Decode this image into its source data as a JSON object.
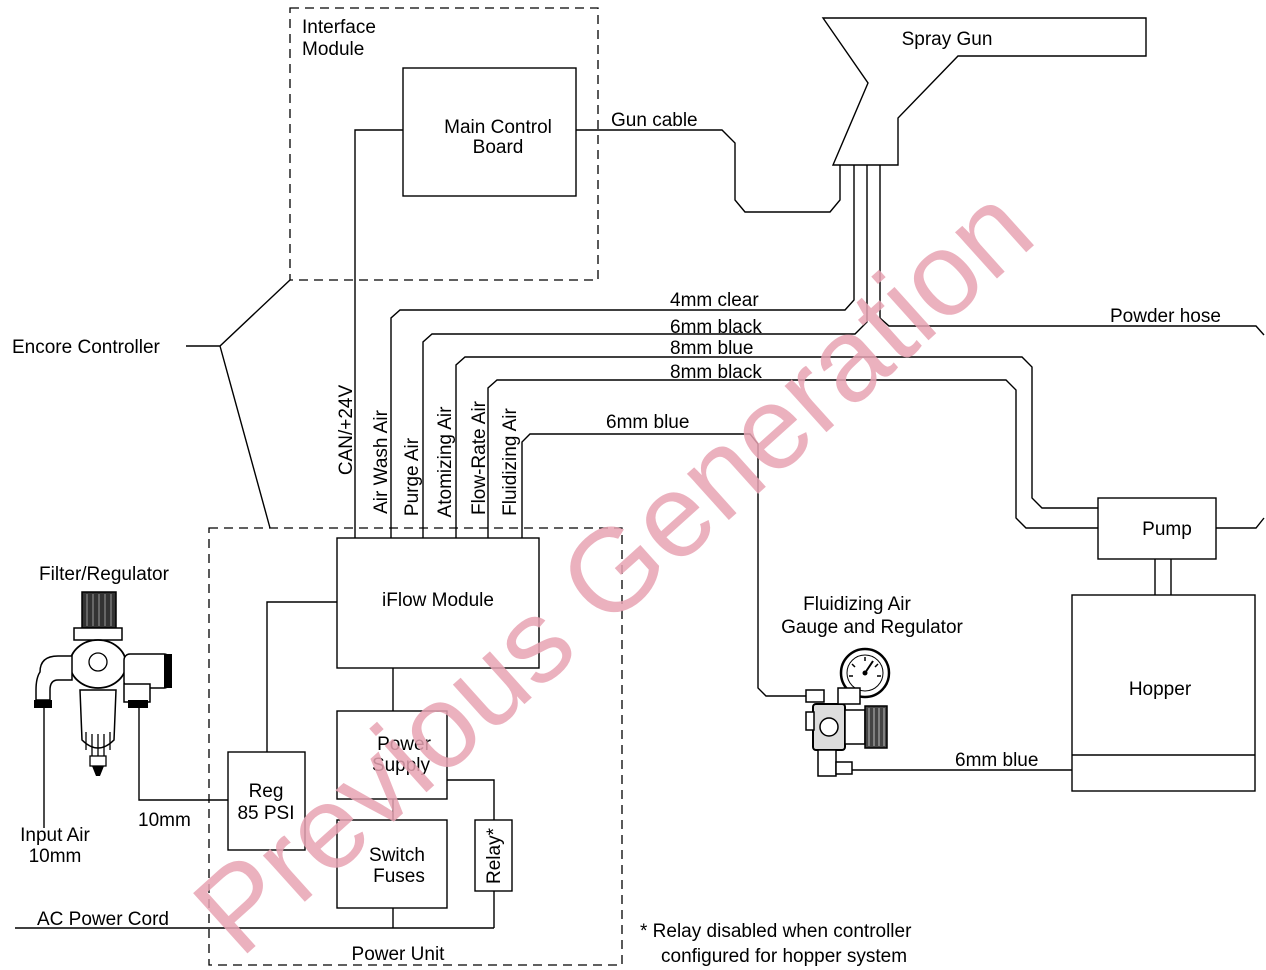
{
  "labels": {
    "interface_module_line1": "Interface",
    "interface_module_line2": "Module",
    "main_board_line1": "Main Control",
    "main_board_line2": "Board",
    "spray_gun": "Spray Gun",
    "gun_cable": "Gun cable",
    "encore_controller": "Encore Controller",
    "tube_4mm_clear": "4mm clear",
    "tube_6mm_black": "6mm black",
    "tube_8mm_blue": "8mm blue",
    "tube_8mm_black": "8mm black",
    "tube_6mm_blue_top": "6mm blue",
    "tube_6mm_blue_bottom": "6mm blue",
    "powder_hose": "Powder hose",
    "can_24v": "CAN/+24V",
    "air_wash_air": "Air Wash Air",
    "purge_air": "Purge Air",
    "atomizing_air": "Atomizing Air",
    "flow_rate_air": "Flow-Rate Air",
    "fluidizing_air": "Fluidizing Air",
    "iflow_module": "iFlow Module",
    "pump": "Pump",
    "hopper": "Hopper",
    "fluid_gauge_line1": "Fluidizing Air",
    "fluid_gauge_line2": "Gauge and Regulator",
    "filter_regulator": "Filter/Regulator",
    "input_air_line1": "Input Air",
    "input_air_line2": "10mm",
    "tube_10mm": "10mm",
    "reg_line1": "Reg",
    "reg_line2": "85 PSI",
    "power_supply_line1": "Power",
    "power_supply_line2": "Supply",
    "switch_fuses_line1": "Switch",
    "switch_fuses_line2": "Fuses",
    "relay": "Relay*",
    "ac_power_cord": "AC Power Cord",
    "power_unit": "Power Unit",
    "footnote_line1": "* Relay disabled when controller",
    "footnote_line2": "configured for hopper system"
  },
  "watermark": "Previous Generation",
  "colors": {
    "watermark": "#e8a3b3",
    "lines": "#000000",
    "background": "#ffffff"
  }
}
